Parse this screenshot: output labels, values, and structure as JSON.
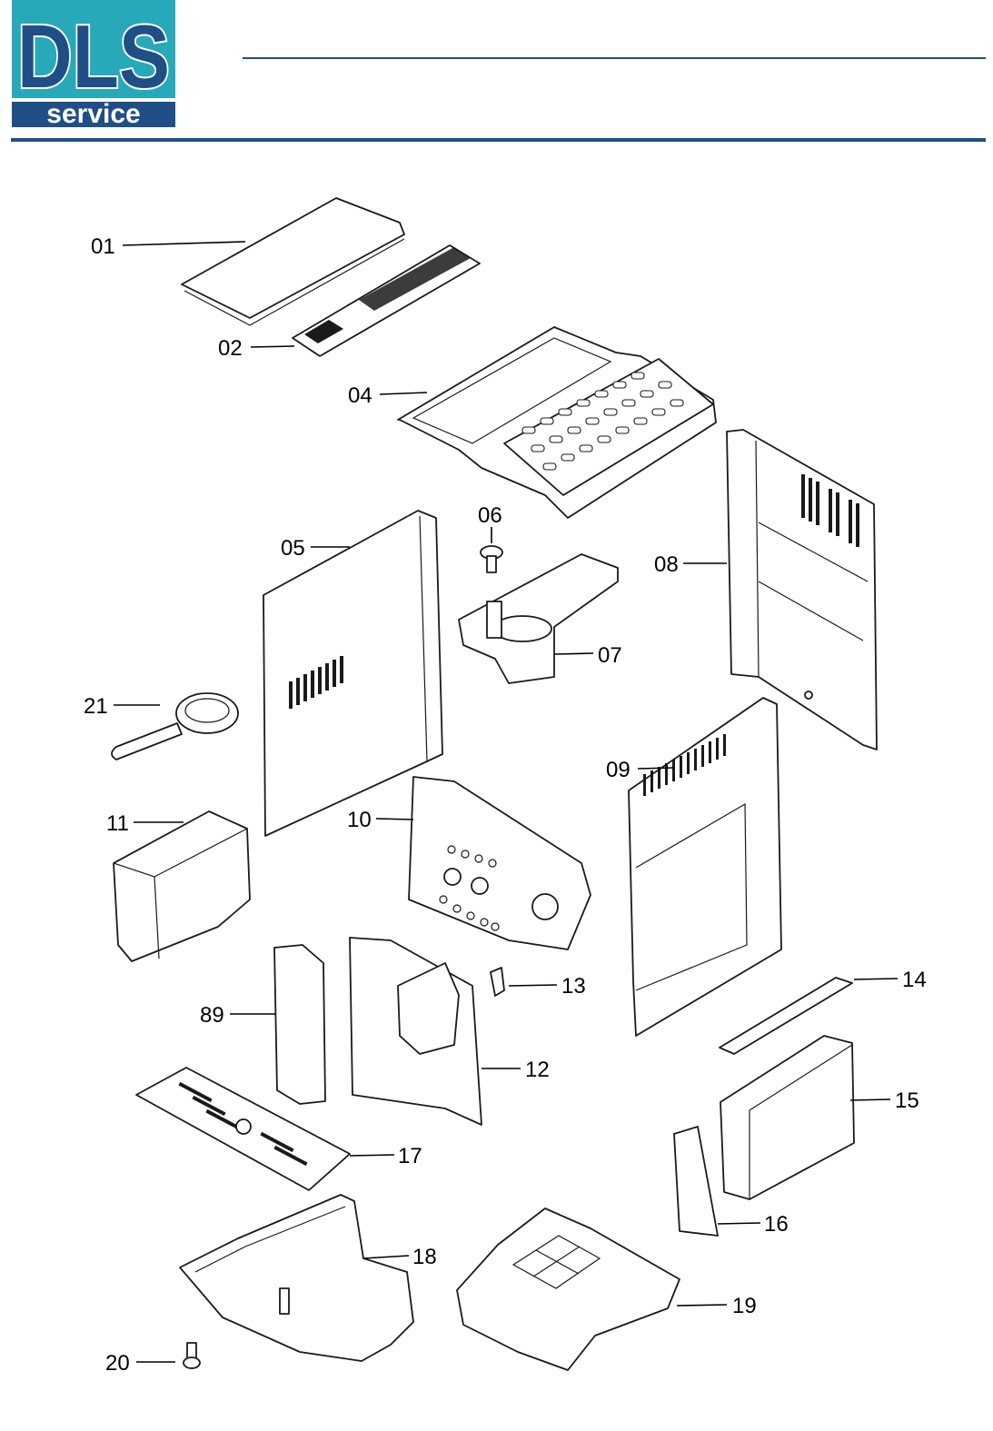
{
  "brand": {
    "logo_text": "DLS",
    "logo_subtext": "service",
    "colors": {
      "teal": "#27a9b9",
      "navy": "#1f4f86",
      "white": "#ffffff"
    }
  },
  "callouts": [
    "01",
    "02",
    "04",
    "05",
    "06",
    "07",
    "08",
    "21",
    "09",
    "11",
    "10",
    "89",
    "13",
    "14",
    "12",
    "15",
    "17",
    "16",
    "18",
    "19",
    "20"
  ]
}
